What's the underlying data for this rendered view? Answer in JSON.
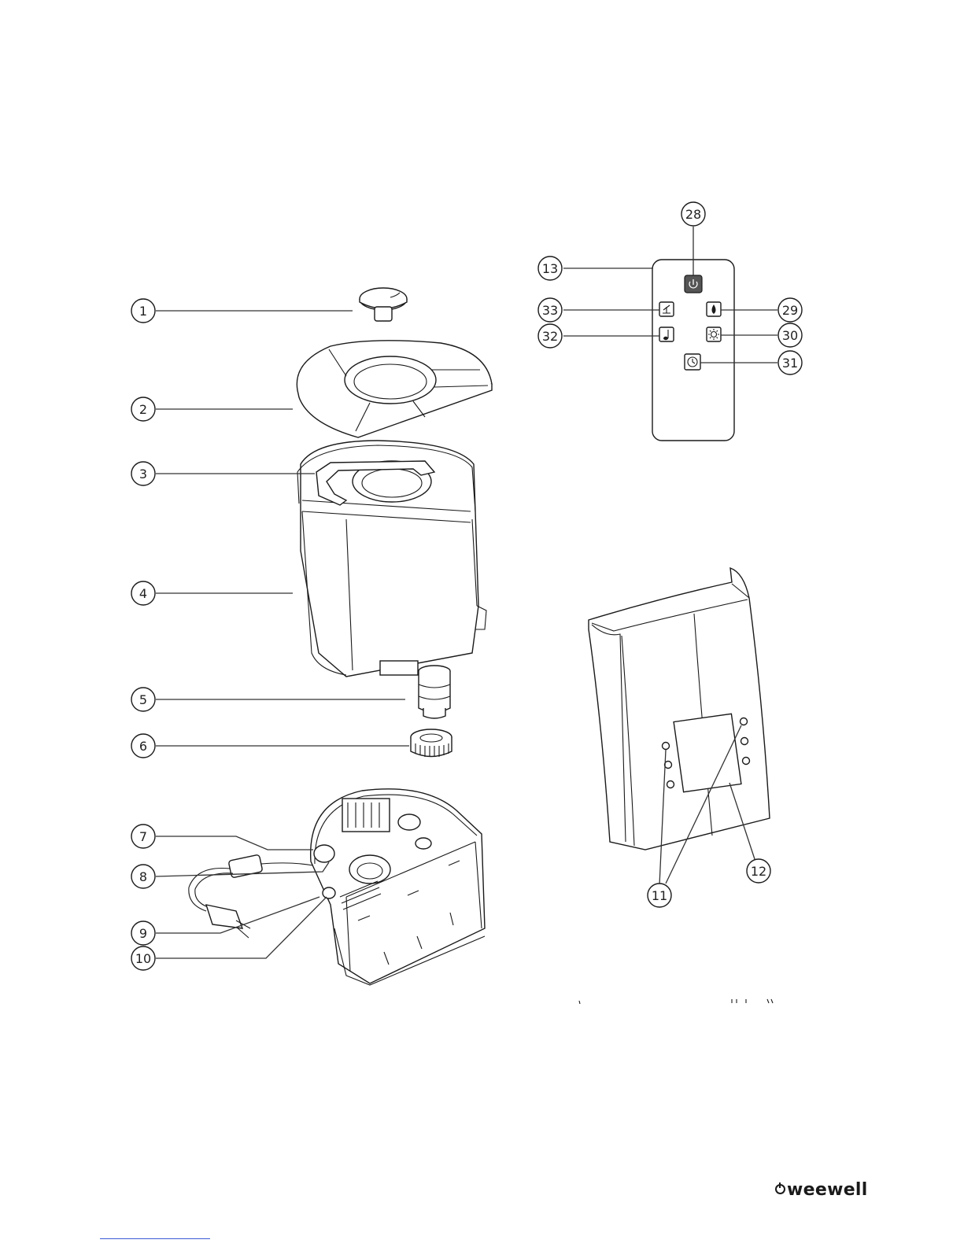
{
  "callouts": [
    {
      "id": "1",
      "label": "1"
    },
    {
      "id": "2",
      "label": "2"
    },
    {
      "id": "3",
      "label": "3"
    },
    {
      "id": "4",
      "label": "4"
    },
    {
      "id": "5",
      "label": "5"
    },
    {
      "id": "6",
      "label": "6"
    },
    {
      "id": "7",
      "label": "7"
    },
    {
      "id": "8",
      "label": "8"
    },
    {
      "id": "9",
      "label": "9"
    },
    {
      "id": "10",
      "label": "10"
    },
    {
      "id": "11",
      "label": "11"
    },
    {
      "id": "12",
      "label": "12"
    },
    {
      "id": "13",
      "label": "13"
    },
    {
      "id": "28",
      "label": "28"
    },
    {
      "id": "29",
      "label": "29"
    },
    {
      "id": "30",
      "label": "30"
    },
    {
      "id": "31",
      "label": "31"
    },
    {
      "id": "32",
      "label": "32"
    },
    {
      "id": "33",
      "label": "33"
    }
  ],
  "brand": {
    "name": "weewell",
    "icon": "power-icon"
  },
  "remote_icons": [
    "power-icon",
    "fan-icon",
    "water-drop-icon",
    "light-icon",
    "timer-icon",
    "music-note-icon"
  ]
}
